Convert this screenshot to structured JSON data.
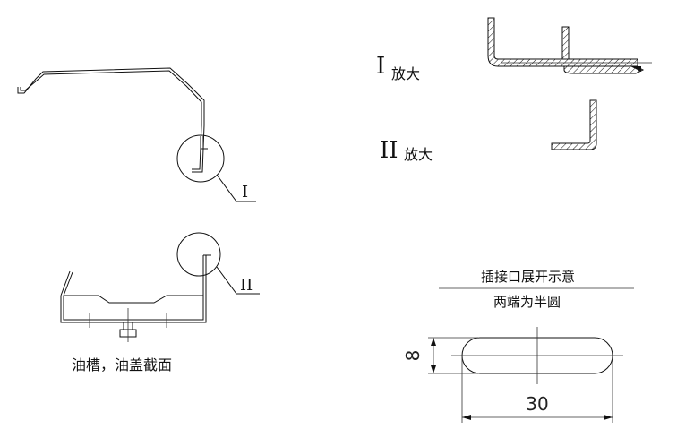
{
  "labels": {
    "section_caption": "油槽，油盖截面",
    "callout_1": "I",
    "callout_2": "II",
    "detail_1_roman": "I",
    "detail_1_text": "放大",
    "detail_2_roman": "II",
    "detail_2_text": "放大",
    "slot_title": "插接口展开示意",
    "slot_note": "两端为半圆",
    "dim_width": "8",
    "dim_length": "30"
  }
}
